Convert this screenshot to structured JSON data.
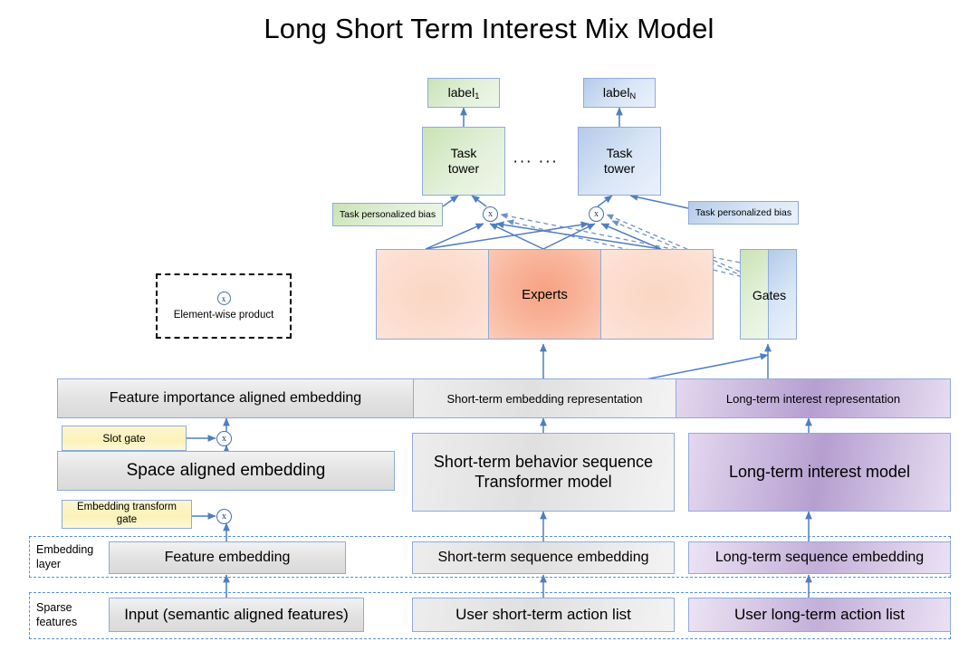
{
  "title": "Long Short Term Interest Mix Model",
  "labels": {
    "left": {
      "text": "label",
      "sub": "1"
    },
    "right": {
      "text": "label",
      "sub": "N"
    }
  },
  "task_towers": {
    "left": "Task\ntower",
    "right": "Task\ntower",
    "ellipsis": "··· ···"
  },
  "bias": {
    "left": "Task personalized bias",
    "right": "Task personalized bias"
  },
  "experts": {
    "label": "Experts",
    "cells": 3
  },
  "gates": {
    "label": "Gates",
    "cells": 2
  },
  "legend": {
    "symbol": "x",
    "caption": "Element-wise product"
  },
  "representation_row": [
    {
      "label": "Feature importance aligned embedding",
      "color": "gray"
    },
    {
      "label": "Short-term embedding representation",
      "color": "gray"
    },
    {
      "label": "Long-term interest representation",
      "color": "purple"
    }
  ],
  "gates_blocks": {
    "slot_gate": "Slot gate",
    "embedding_transform_gate": "Embedding transform\ngate"
  },
  "models": {
    "space_aligned_embedding": "Space aligned embedding",
    "short_term_model": "Short-term behavior sequence\nTransformer model",
    "long_term_model": "Long-term interest model"
  },
  "embedding_layer": {
    "band_label": "Embedding\nlayer",
    "items": [
      "Feature embedding",
      "Short-term sequence embedding",
      "Long-term sequence embedding"
    ]
  },
  "sparse_features": {
    "band_label": "Sparse\nfeatures",
    "items": [
      "Input (semantic aligned features)",
      "User short-term action list",
      "User long-term action list"
    ]
  },
  "colors": {
    "border_blue": "#8faadc",
    "wire_blue": "#4f7fbf",
    "green": "#c9e3b4",
    "blue": "#b4cbe9",
    "purple": "#b69fd0",
    "yellow": "#fcf2b8",
    "orange": "#f7a183",
    "gray": "#e3e3e3",
    "dash_band": "#5b8fd4"
  }
}
